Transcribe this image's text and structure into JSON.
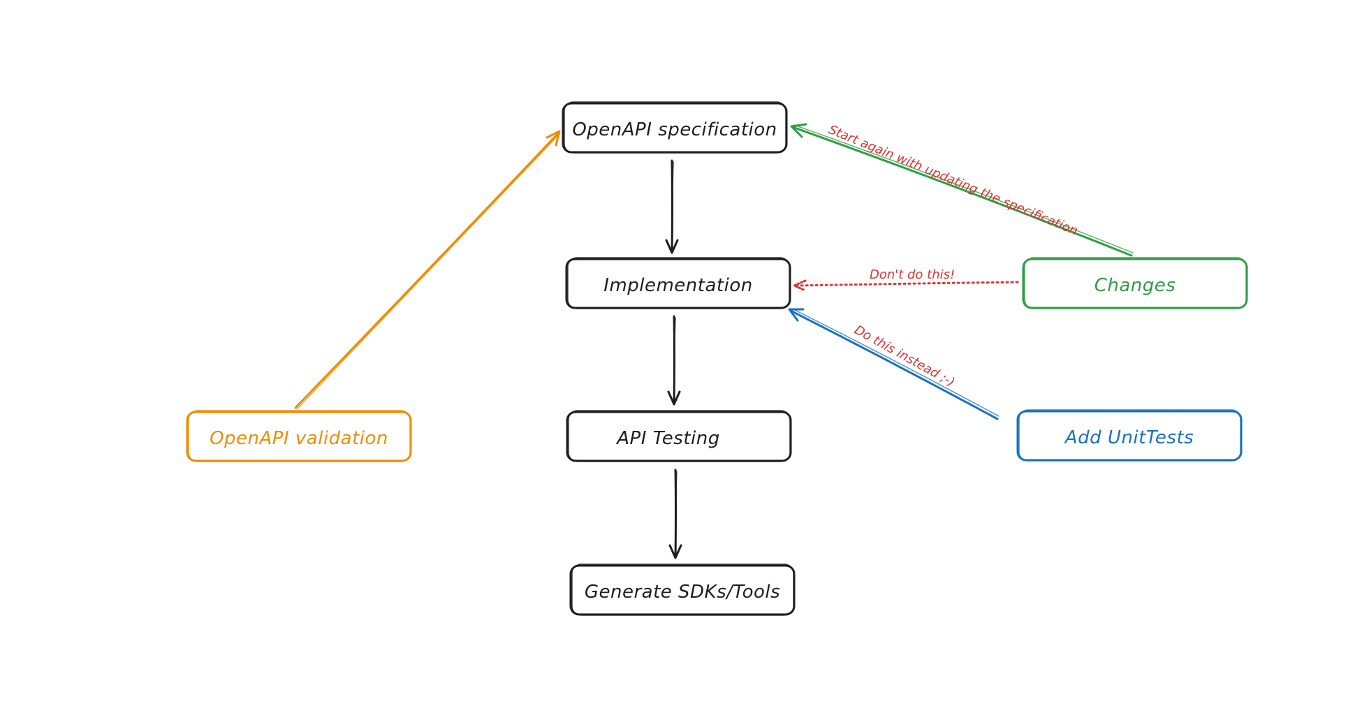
{
  "nodes": {
    "spec": {
      "label": "OpenAPI specification",
      "color": "#1e1e1e"
    },
    "impl": {
      "label": "Implementation",
      "color": "#1e1e1e"
    },
    "testing": {
      "label": "API Testing",
      "color": "#1e1e1e"
    },
    "sdks": {
      "label": "Generate SDKs/Tools",
      "color": "#1e1e1e"
    },
    "validation": {
      "label": "OpenAPI validation",
      "color": "#f08c00"
    },
    "changes": {
      "label": "Changes",
      "color": "#2f9e44"
    },
    "unittests": {
      "label": "Add UnitTests",
      "color": "#1971c2"
    }
  },
  "edges": {
    "spec_impl": {
      "from": "OpenAPI specification",
      "to": "Implementation",
      "style": "solid",
      "color": "#1e1e1e"
    },
    "impl_testing": {
      "from": "Implementation",
      "to": "API Testing",
      "style": "solid",
      "color": "#1e1e1e"
    },
    "testing_sdks": {
      "from": "API Testing",
      "to": "Generate SDKs/Tools",
      "style": "solid",
      "color": "#1e1e1e"
    },
    "validation_spec": {
      "from": "OpenAPI validation",
      "to": "OpenAPI specification",
      "style": "solid",
      "color": "#f08c00"
    },
    "changes_spec": {
      "from": "Changes",
      "to": "OpenAPI specification",
      "style": "solid",
      "color": "#2f9e44",
      "label": "Start again with updating the specification",
      "label_color": "#e03131"
    },
    "changes_impl": {
      "from": "Changes",
      "to": "Implementation",
      "style": "dotted",
      "color": "#e03131",
      "label": "Don't do this!",
      "label_color": "#e03131"
    },
    "unittests_impl": {
      "from": "Add UnitTests",
      "to": "Implementation",
      "style": "solid",
      "color": "#1971c2",
      "label": "Do this instead ;-)",
      "label_color": "#e03131"
    }
  }
}
